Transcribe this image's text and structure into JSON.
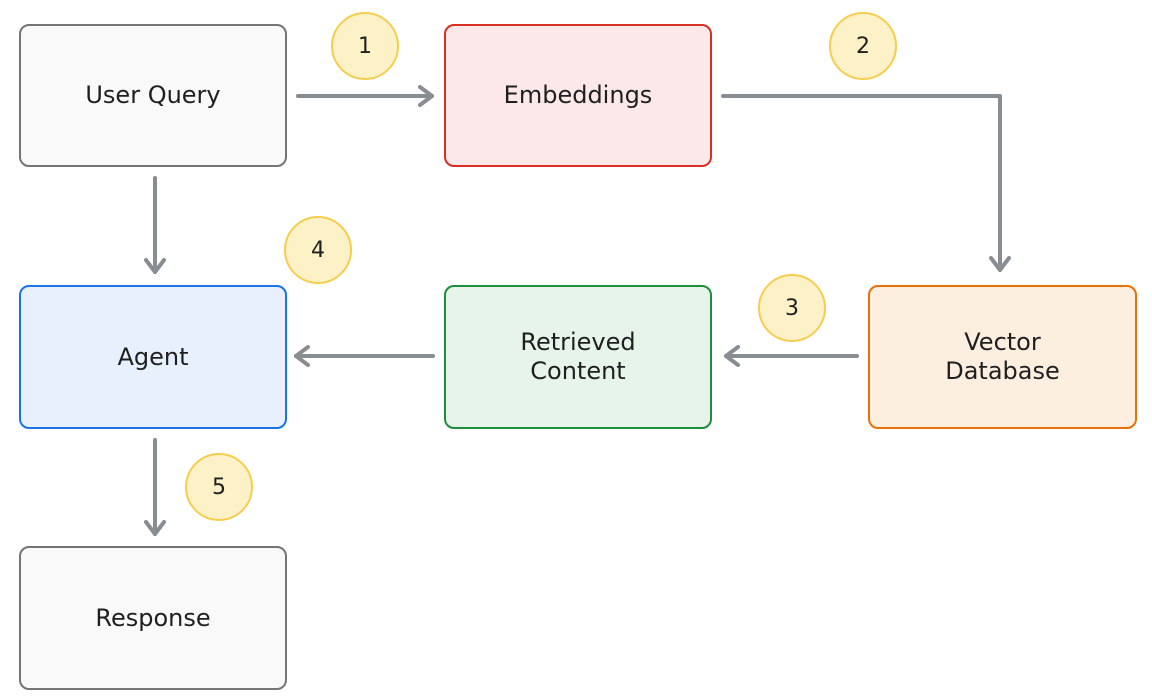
{
  "nodes": {
    "user_query": {
      "label": "User Query",
      "fill": "#f8f9f8",
      "border": "#757575"
    },
    "embeddings": {
      "label": "Embeddings",
      "fill": "#fce8e8",
      "border": "#d93025"
    },
    "vector_database": {
      "label": "Vector\nDatabase",
      "fill": "#fdefe0",
      "border": "#e8710a"
    },
    "retrieved_content": {
      "label": "Retrieved\nContent",
      "fill": "#e6f4ea",
      "border": "#1e8e3e"
    },
    "agent": {
      "label": "Agent",
      "fill": "#e8f0fe",
      "border": "#1a73e8"
    },
    "response": {
      "label": "Response",
      "fill": "#f8f9f8",
      "border": "#757575"
    }
  },
  "steps": [
    "1",
    "2",
    "3",
    "4",
    "5"
  ],
  "edges": [
    {
      "from": "User Query",
      "to": "Embeddings",
      "step": "1"
    },
    {
      "from": "Embeddings",
      "to": "Vector Database",
      "step": "2"
    },
    {
      "from": "Vector Database",
      "to": "Retrieved Content",
      "step": "3"
    },
    {
      "from": "User Query",
      "to": "Agent"
    },
    {
      "from": "Retrieved Content",
      "to": "Agent",
      "step": "4"
    },
    {
      "from": "Agent",
      "to": "Response",
      "step": "5"
    }
  ],
  "colors": {
    "arrow": "#888d92",
    "badge_fill": "#fdf1c7",
    "badge_border": "#f6cd4e"
  }
}
